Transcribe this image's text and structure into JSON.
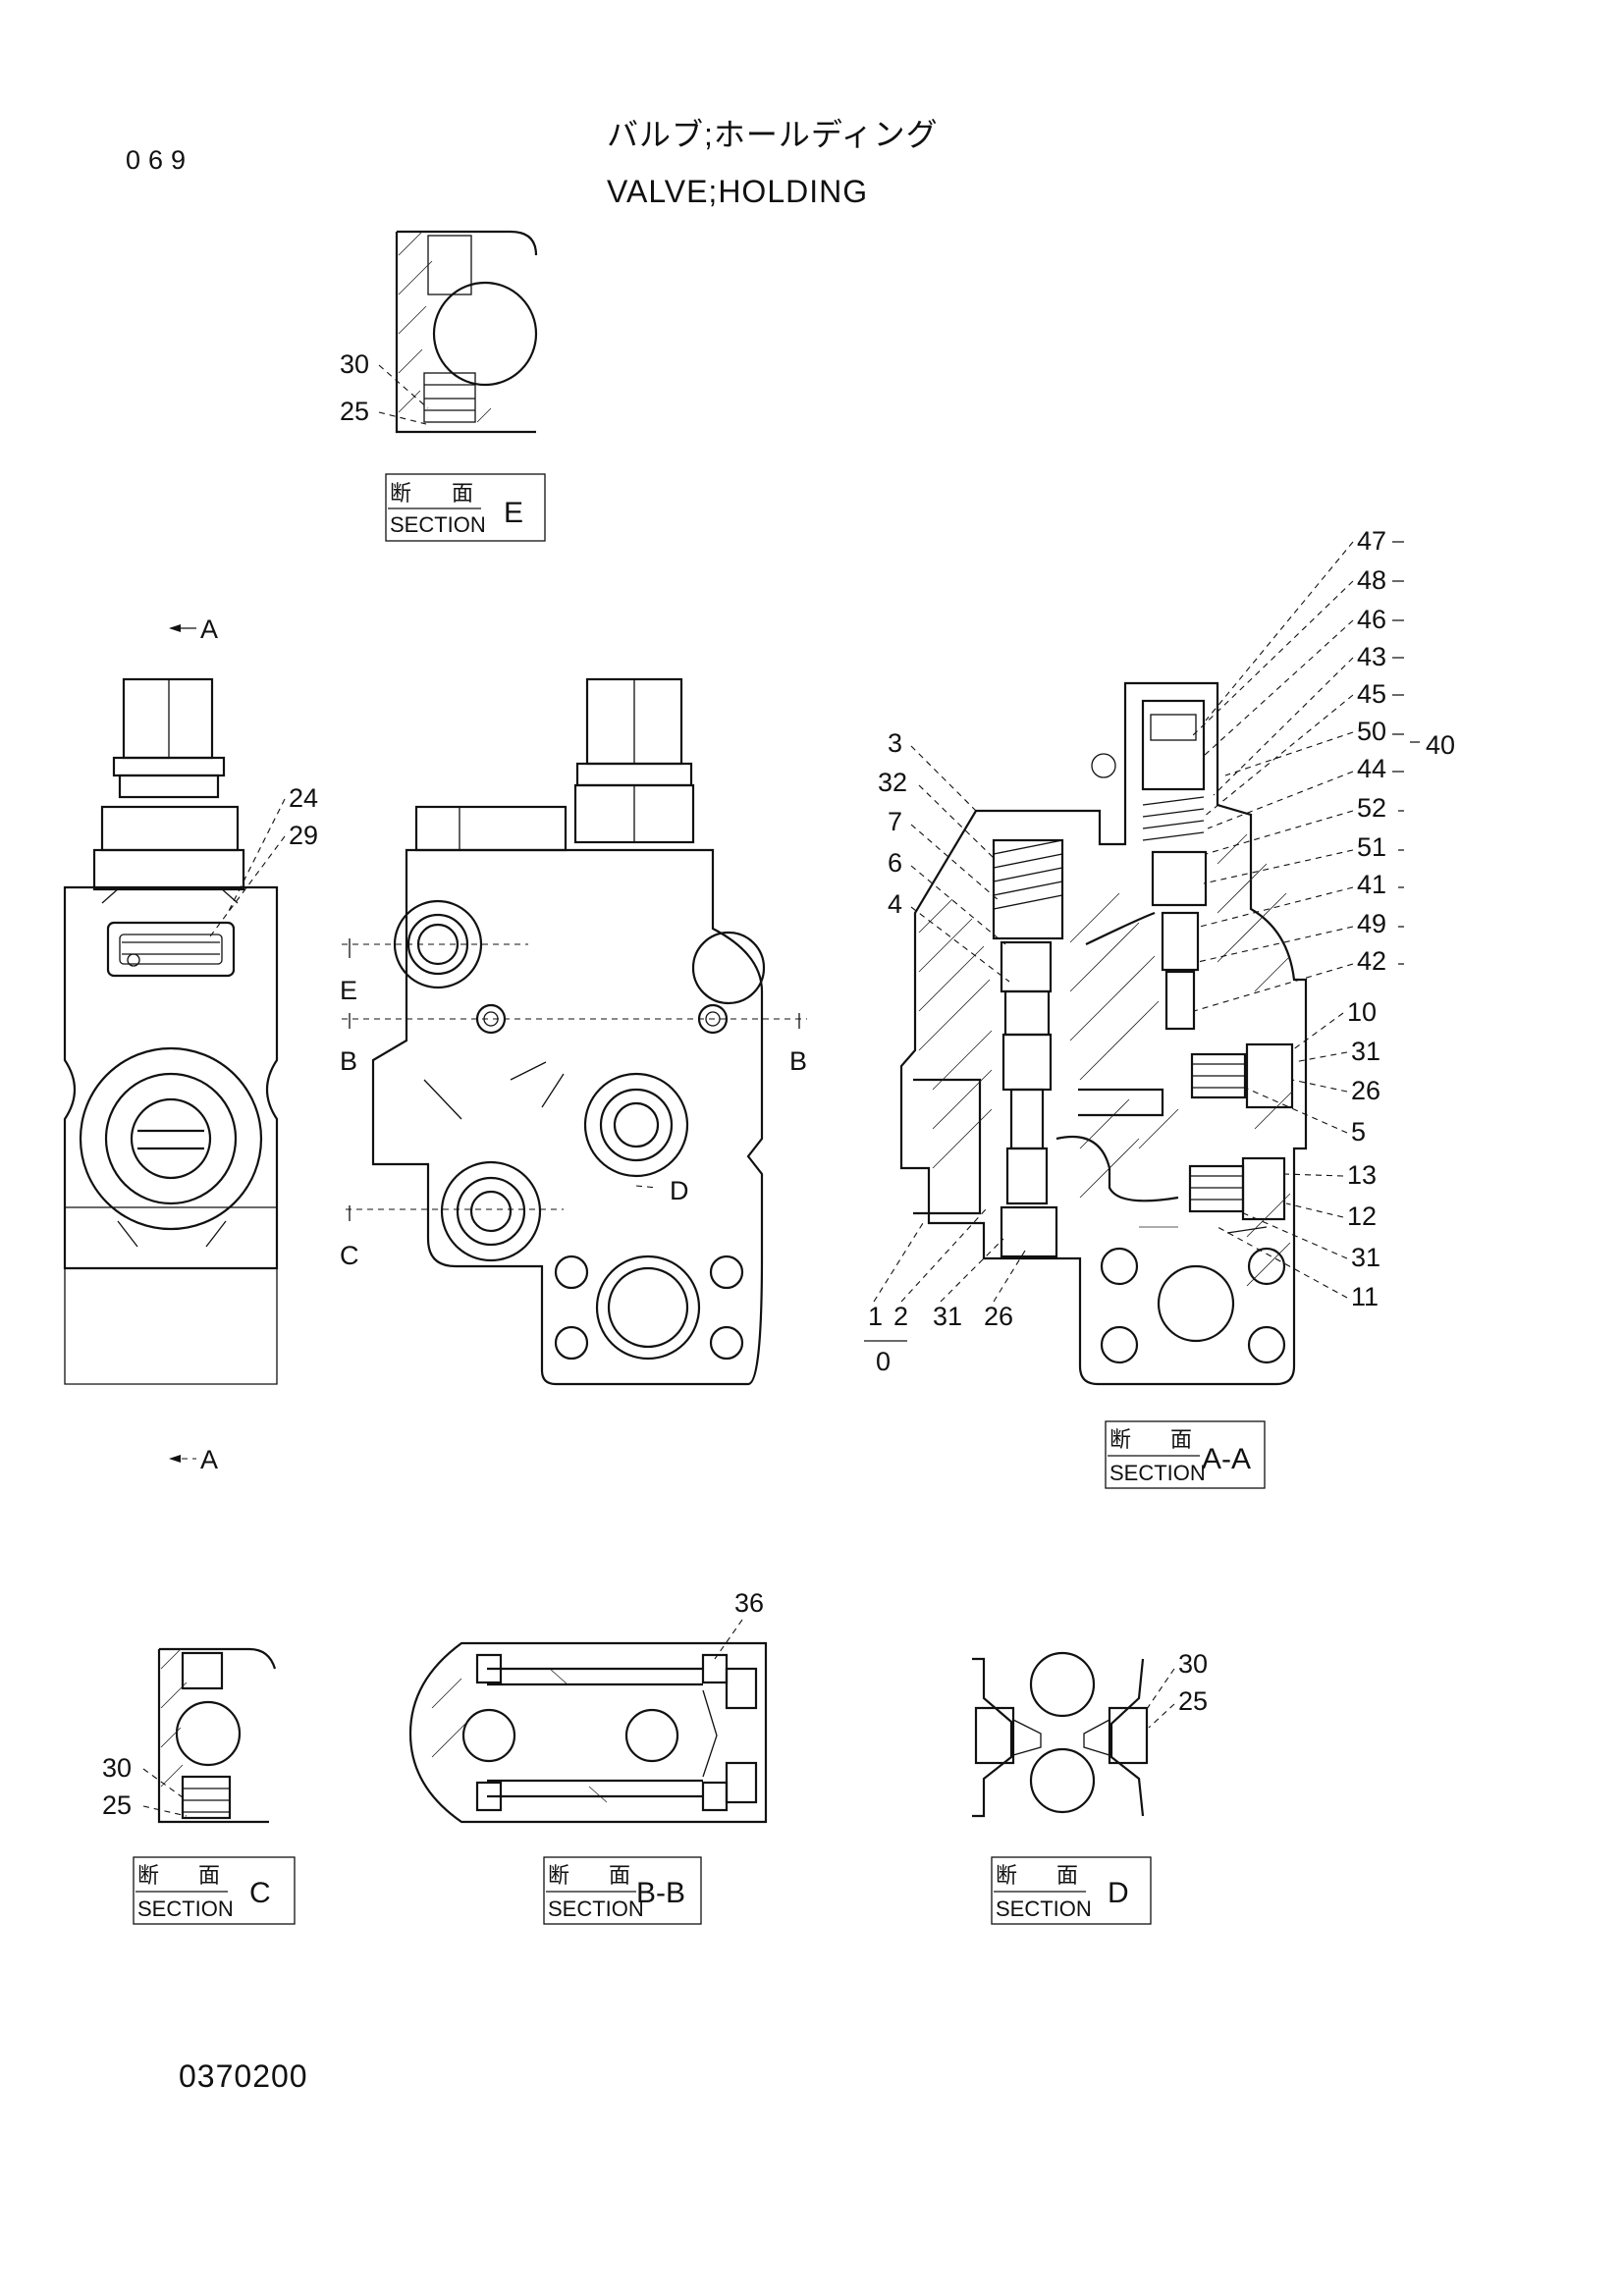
{
  "header": {
    "page_number": "069",
    "title_japanese": "バルブ;ホールディング",
    "title_english": "VALVE;HOLDING"
  },
  "footer": {
    "drawing_number": "0370200"
  },
  "section_caption": {
    "kanji_left": "断",
    "kanji_right": "面",
    "word": "SECTION"
  },
  "sections": {
    "E": "E",
    "AA": "A-A",
    "C": "C",
    "BB": "B-B",
    "D": "D"
  },
  "view_markers": {
    "arrow_a_top": "A",
    "arrow_a_bottom": "A",
    "cut_e": "E",
    "cut_b_left": "B",
    "cut_b_right": "B",
    "cut_c": "C",
    "cut_d": "D"
  },
  "part_labels": {
    "sec_e": [
      "30",
      "25"
    ],
    "side_view": [
      "24",
      "29"
    ],
    "sec_aa_right": [
      "47",
      "48",
      "46",
      "43",
      "45",
      "50",
      "44",
      "52",
      "51",
      "41",
      "49",
      "42",
      "10",
      "31",
      "26",
      "5",
      "13",
      "12",
      "31",
      "11"
    ],
    "sec_aa_group": "40",
    "sec_aa_left": [
      "3",
      "32",
      "7",
      "6",
      "4"
    ],
    "sec_aa_bottom": [
      "1",
      "2",
      "31",
      "26"
    ],
    "sec_aa_bottom_sub": "0",
    "sec_bb": "36",
    "sec_c": [
      "30",
      "25"
    ],
    "sec_d": [
      "30",
      "25"
    ]
  }
}
